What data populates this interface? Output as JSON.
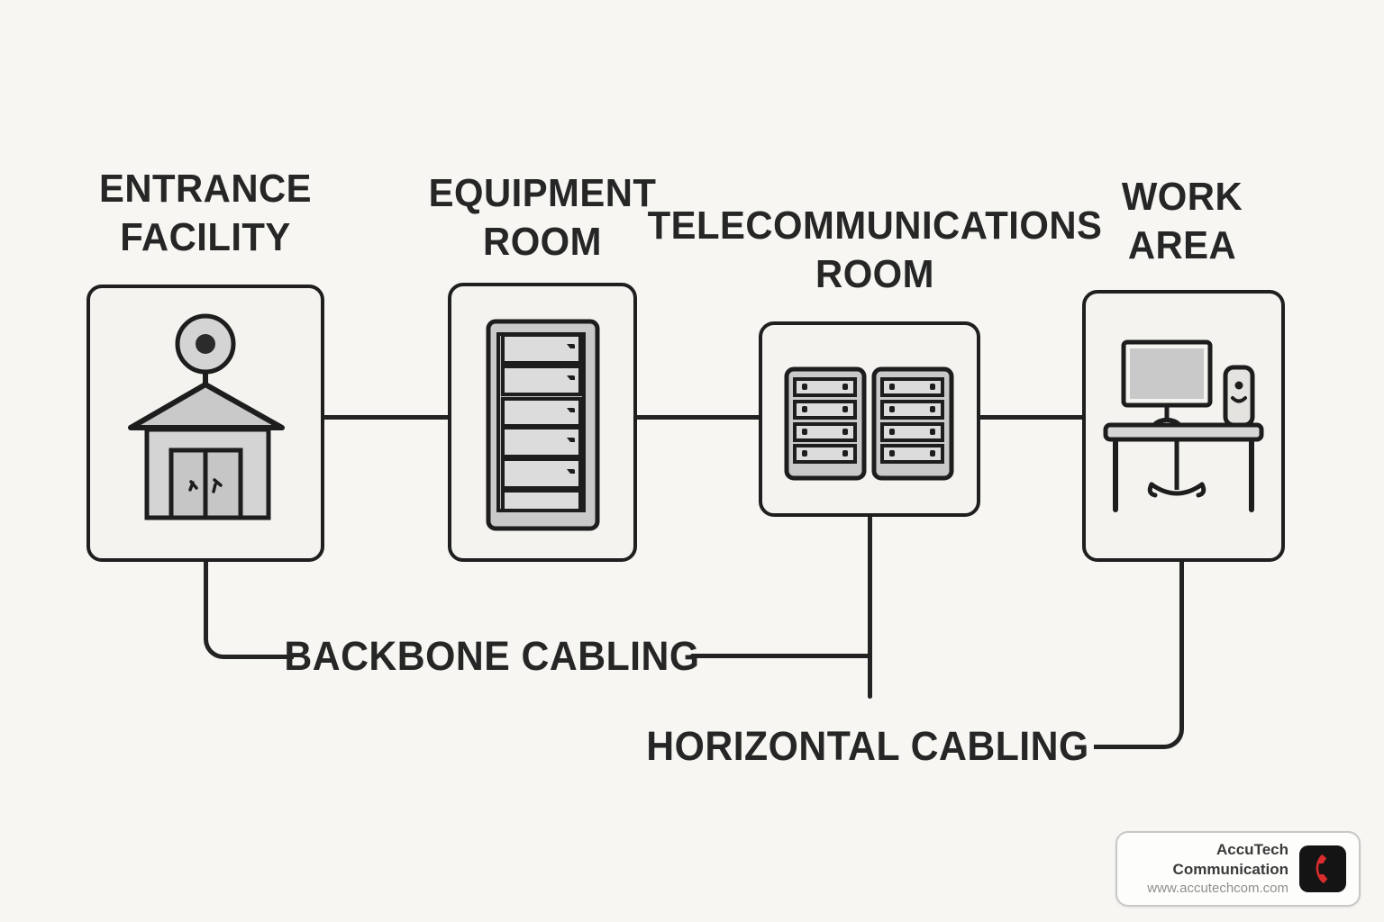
{
  "diagram": {
    "nodes": [
      {
        "id": "entrance-facility",
        "title_line1": "ENTRANCE",
        "title_line2": "FACILITY"
      },
      {
        "id": "equipment-room",
        "title_line1": "EQUIPMENT",
        "title_line2": "ROOM"
      },
      {
        "id": "telecommunications-room",
        "title_line1": "TELECOMMUNICATIONS",
        "title_line2": "ROOM"
      },
      {
        "id": "work-area",
        "title_line1": "WORK",
        "title_line2": "AREA"
      }
    ],
    "cable_labels": {
      "backbone": "BACKBONE CABLING",
      "horizontal": "HORIZONTAL CABLING"
    }
  },
  "branding": {
    "company": "AccuTech Communication",
    "website": "www.accutechcom.com"
  },
  "icons": {
    "entrance": "house-antenna-icon",
    "equipment": "server-rack-icon",
    "telecom": "patch-panel-icon",
    "work": "workstation-desk-icon",
    "branding": "phone-icon"
  },
  "colors": {
    "background": "#f7f6f3",
    "line": "#232323",
    "box_fill": "#f4f3f0",
    "icon_gray": "#c9c9c9",
    "icon_light": "#dcdcdc",
    "phone_red": "#d92c2c",
    "badge_black": "#141414"
  }
}
